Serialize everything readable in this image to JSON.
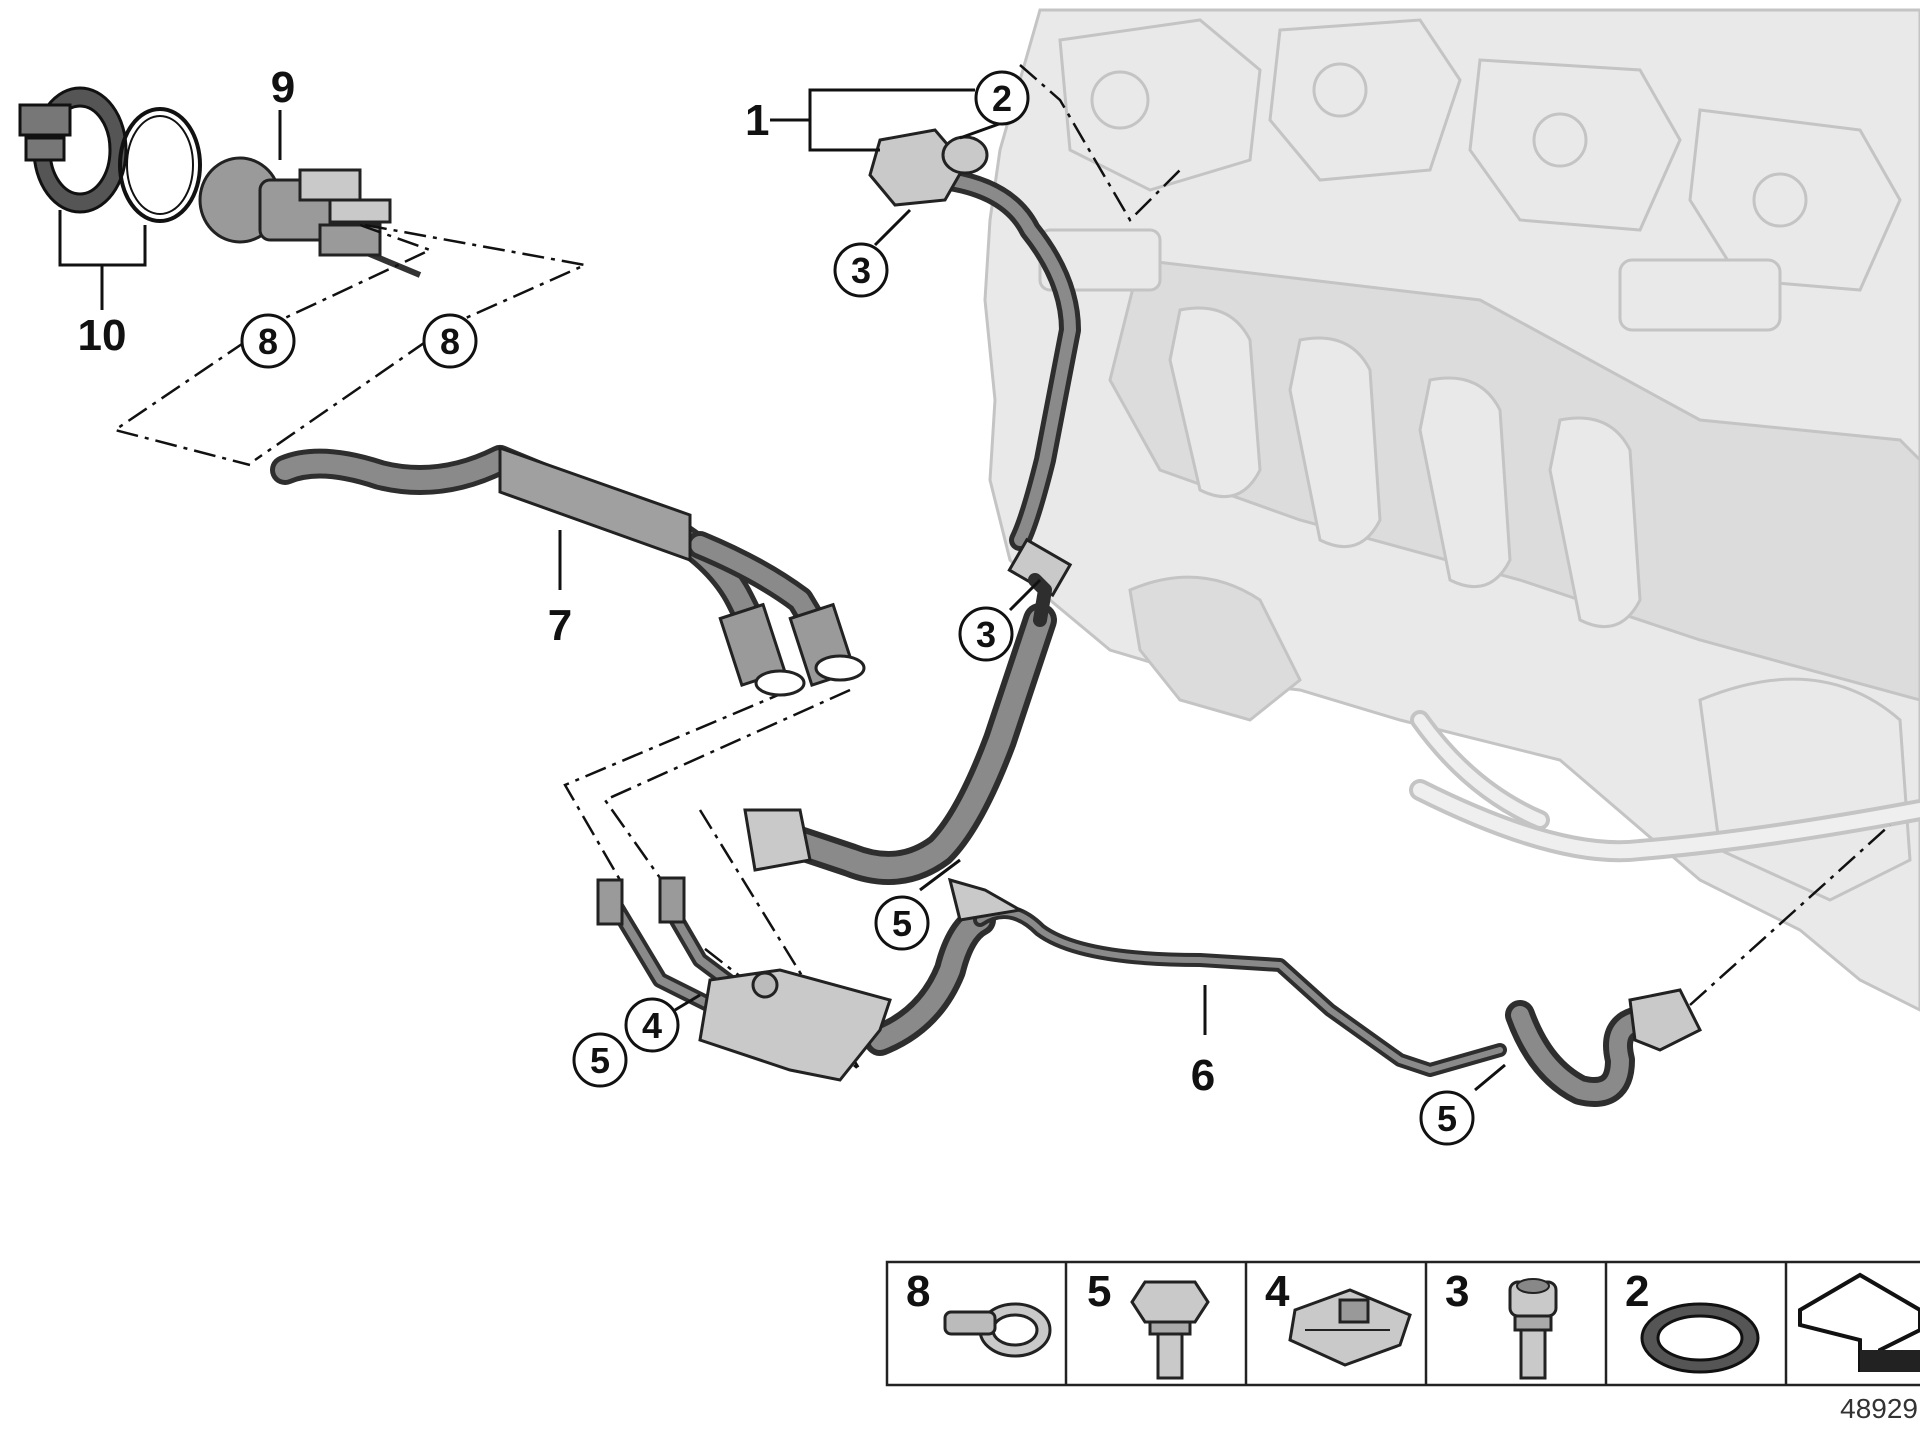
{
  "callouts": {
    "c1": "1",
    "c2": "2",
    "c3a": "3",
    "c3b": "3",
    "c4": "4",
    "c5a": "5",
    "c5b": "5",
    "c5c": "5",
    "c6": "6",
    "c7": "7",
    "c8a": "8",
    "c8b": "8",
    "c9": "9",
    "c10": "10"
  },
  "legend": {
    "items": [
      {
        "number": "8",
        "icon": "hose-clip-icon"
      },
      {
        "number": "5",
        "icon": "hex-bolt-icon"
      },
      {
        "number": "4",
        "icon": "clip-nut-icon"
      },
      {
        "number": "3",
        "icon": "socket-screw-icon"
      },
      {
        "number": "2",
        "icon": "o-ring-icon"
      },
      {
        "number": "",
        "icon": "direction-arrow-icon"
      }
    ]
  },
  "reference_number": "48929"
}
